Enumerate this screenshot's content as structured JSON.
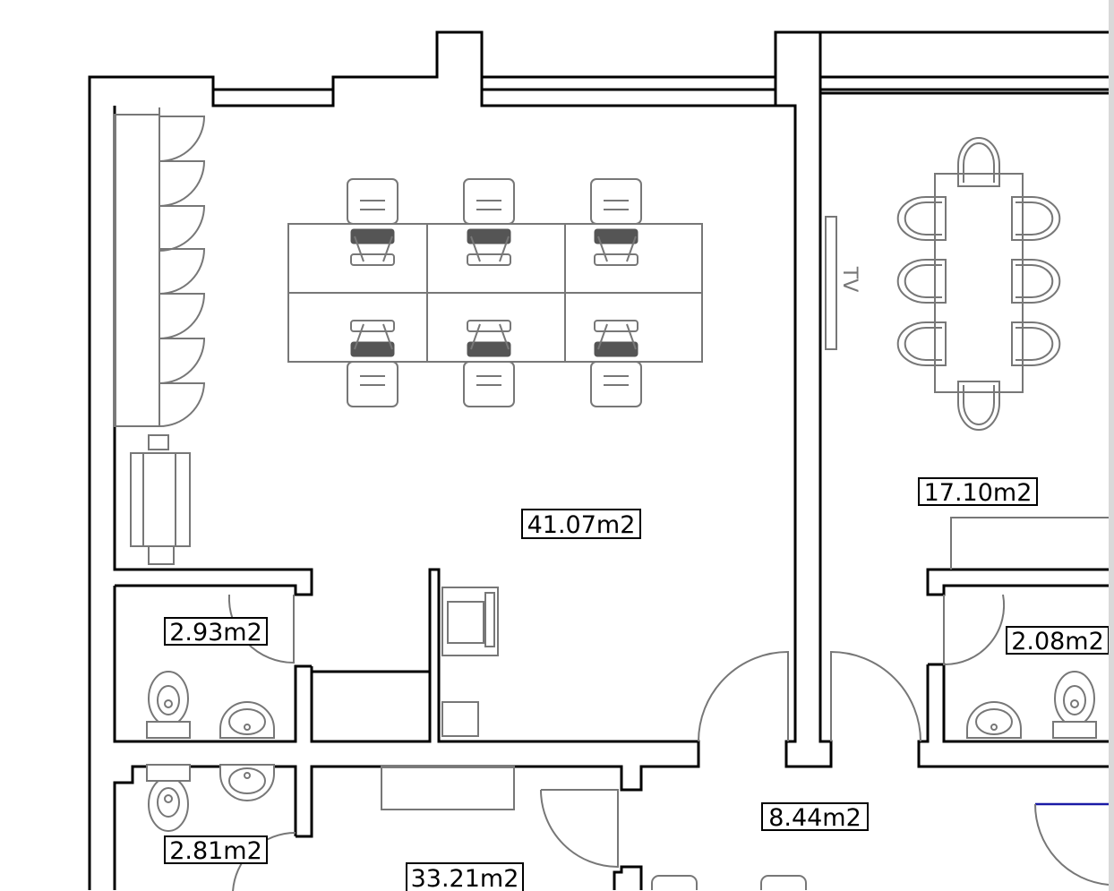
{
  "rooms": [
    {
      "id": "office",
      "label": "41.07m2"
    },
    {
      "id": "meeting",
      "label": "17.10m2"
    },
    {
      "id": "wc-left-top",
      "label": "2.93m2"
    },
    {
      "id": "wc-right",
      "label": "2.08m2"
    },
    {
      "id": "wc-left-bottom",
      "label": "2.81m2"
    },
    {
      "id": "hall",
      "label": "8.44m2"
    },
    {
      "id": "room-bottom",
      "label": "33.21m2"
    }
  ],
  "tv_label": "TV",
  "colors": {
    "walls": "#000000",
    "furniture": "#777777",
    "accent": "#1a1aa6"
  }
}
